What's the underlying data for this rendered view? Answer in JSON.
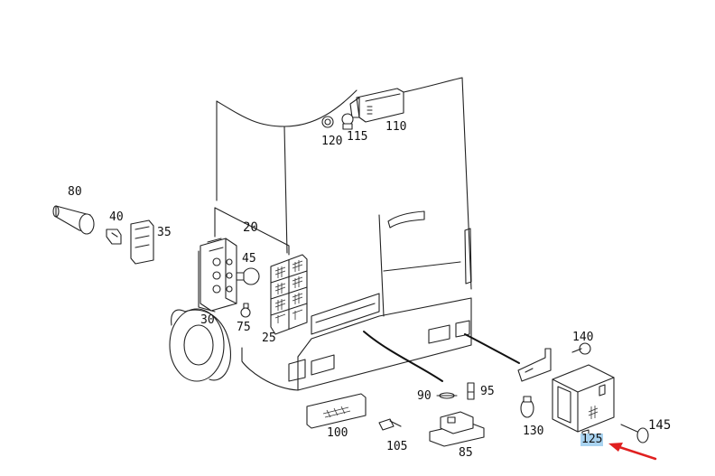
{
  "parts": [
    {
      "id": "p20",
      "label": "20"
    },
    {
      "id": "p25",
      "label": "25"
    },
    {
      "id": "p30",
      "label": "30"
    },
    {
      "id": "p35",
      "label": "35"
    },
    {
      "id": "p40",
      "label": "40"
    },
    {
      "id": "p45",
      "label": "45"
    },
    {
      "id": "p75",
      "label": "75"
    },
    {
      "id": "p80",
      "label": "80"
    },
    {
      "id": "p85",
      "label": "85"
    },
    {
      "id": "p90",
      "label": "90"
    },
    {
      "id": "p95",
      "label": "95"
    },
    {
      "id": "p100",
      "label": "100"
    },
    {
      "id": "p105",
      "label": "105"
    },
    {
      "id": "p110",
      "label": "110"
    },
    {
      "id": "p115",
      "label": "115"
    },
    {
      "id": "p120",
      "label": "120"
    },
    {
      "id": "p125",
      "label": "125"
    },
    {
      "id": "p130",
      "label": "130"
    },
    {
      "id": "p140",
      "label": "140"
    },
    {
      "id": "p145",
      "label": "145"
    }
  ],
  "highlight": {
    "part": "125",
    "color": "#a9d3f0",
    "arrow_color": "#e02020"
  }
}
